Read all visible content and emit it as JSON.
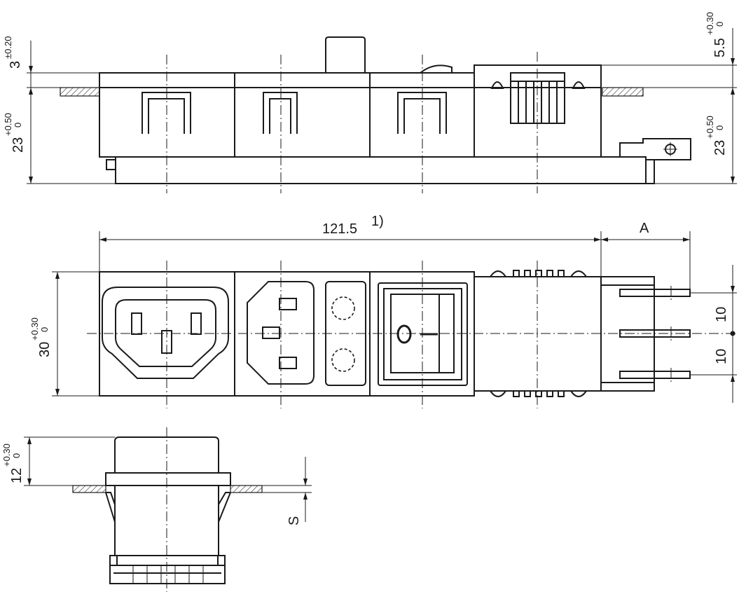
{
  "side_view": {
    "dim_top_value": "3",
    "dim_top_tol": "±0.20",
    "dim_left_value": "23",
    "dim_left_tol_upper": "+0.50",
    "dim_left_tol_lower": "0",
    "dim_right_top_value": "5.5",
    "dim_right_top_tol_upper": "+0.30",
    "dim_right_top_tol_lower": "0",
    "dim_right_value": "23",
    "dim_right_tol_upper": "+0.50",
    "dim_right_tol_lower": "0"
  },
  "top_view": {
    "length_value": "121.5",
    "length_note": "1)",
    "label_a": "A",
    "height_value": "30",
    "height_tol_upper": "+0.30",
    "height_tol_lower": "0",
    "pitch_upper": "10",
    "pitch_lower": "10",
    "switch_off_symbol": "O",
    "switch_on_symbol": "I"
  },
  "end_view": {
    "height_value": "12",
    "height_tol_upper": "+0.30",
    "height_tol_lower": "0",
    "label_s": "S"
  },
  "colors": {
    "line": "#1a1a1a",
    "background": "#ffffff"
  }
}
